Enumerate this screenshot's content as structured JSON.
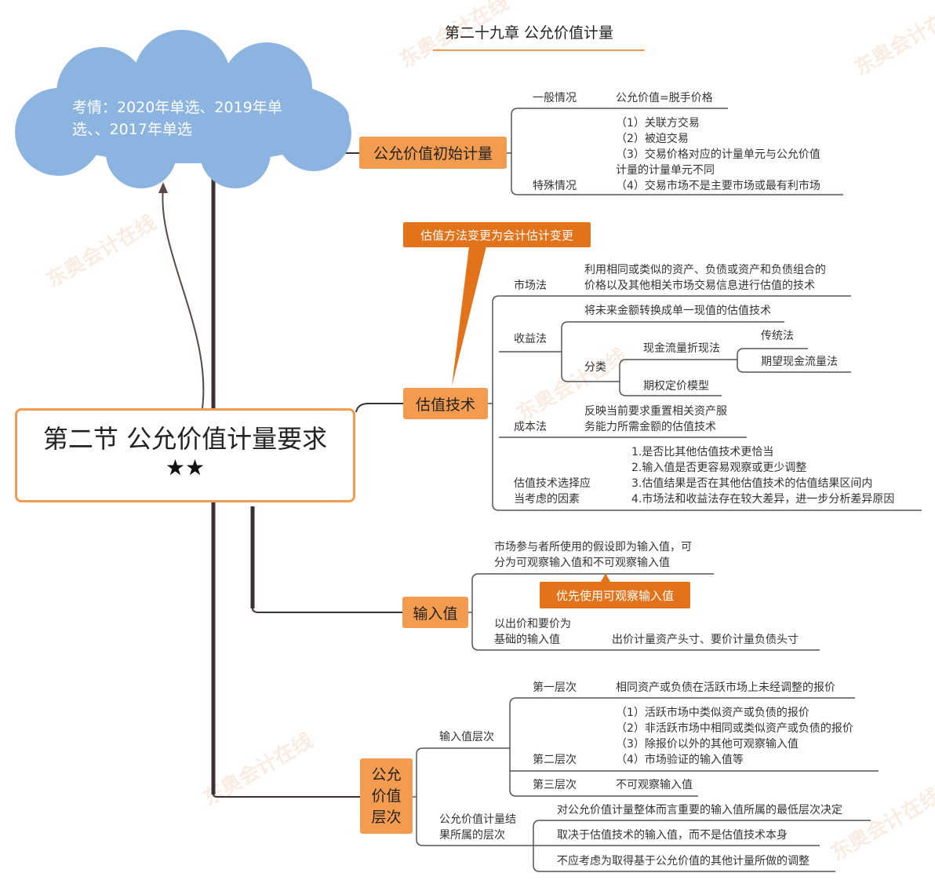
{
  "title": "第二十九章 公允价值计量",
  "cloud_text_1": "考情：2020年单选、2019年单",
  "cloud_text_2": "选、、2017年单选",
  "main": {
    "title": "第二节 公允价值计量要求",
    "stars": "★★"
  },
  "watermark": "东奥会计在线",
  "b1": {
    "label": "公允价值初始计量",
    "general": "一般情况",
    "general_value": "公允价值=脱手价格",
    "special": "特殊情况",
    "special_items": [
      "（1）关联方交易",
      "（2）被迫交易",
      "（3）交易价格对应的计量单元与公允价值",
      "计量的计量单元不同",
      "（4）交易市场不是主要市场或最有利市场"
    ]
  },
  "b2": {
    "callout": "估值方法变更为会计估计变更",
    "label": "估值技术",
    "market": "市场法",
    "market_desc": [
      "利用相同或类似的资产、负债或资产和负债组合的",
      "价格以及其他相关市场交易信息进行估值的技术"
    ],
    "income": "收益法",
    "income_desc": "将未来金额转换成单一现值的估值技术",
    "classify": "分类",
    "dcf": "现金流量折现法",
    "traditional": "传统法",
    "expected": "期望现金流量法",
    "option": "期权定价模型",
    "cost": "成本法",
    "cost_desc": [
      "反映当前要求重置相关资产服",
      "务能力所需金额的估值技术"
    ],
    "factors": [
      "估值技术选择应",
      "当考虑的因素"
    ],
    "factor_items": [
      "1.是否比其他估值技术更恰当",
      "2.输入值是否更容易观察或更少调整",
      "3.估值结果是否在其他估值技术的估值结果区间内",
      "4.市场法和收益法存在较大差异，进一步分析差异原因"
    ]
  },
  "b3": {
    "label": "输入值",
    "desc": [
      "市场参与者所使用的假设即为输入值，可",
      "分为可观察输入值和不可观察输入值"
    ],
    "callout": "优先使用可观察输入值",
    "bid_ask": [
      "以出价和要价为",
      "基础的输入值"
    ],
    "bid_ask_value": "出价计量资产头寸、要价计量负债头寸"
  },
  "b4": {
    "label": [
      "公允",
      "价值",
      "层次"
    ],
    "input_levels": "输入值层次",
    "level1": "第一层次",
    "level1_value": "相同资产或负债在活跃市场上未经调整的报价",
    "level2": "第二层次",
    "level2_items": [
      "（1）活跃市场中类似资产或负债的报价",
      "（2）非活跃市场中相同或类似资产或负债的报价",
      "（3）除报价以外的其他可观察输入值",
      "（4）市场验证的输入值等"
    ],
    "level3": "第三层次",
    "level3_value": "不可观察输入值",
    "result_level": [
      "公允价值计量结",
      "果所属的层次"
    ],
    "result_items": [
      "对公允价值计量整体而言重要的输入值所属的最低层次决定",
      "取决于估值技术的输入值，而不是估值技术本身",
      "不应考虑为取得基于公允价值的其他计量所做的调整"
    ]
  },
  "colors": {
    "accent": "#f39c4f",
    "callout": "#e2731b",
    "cloud": "#8cb4e0",
    "trunk": "#3a3035"
  }
}
